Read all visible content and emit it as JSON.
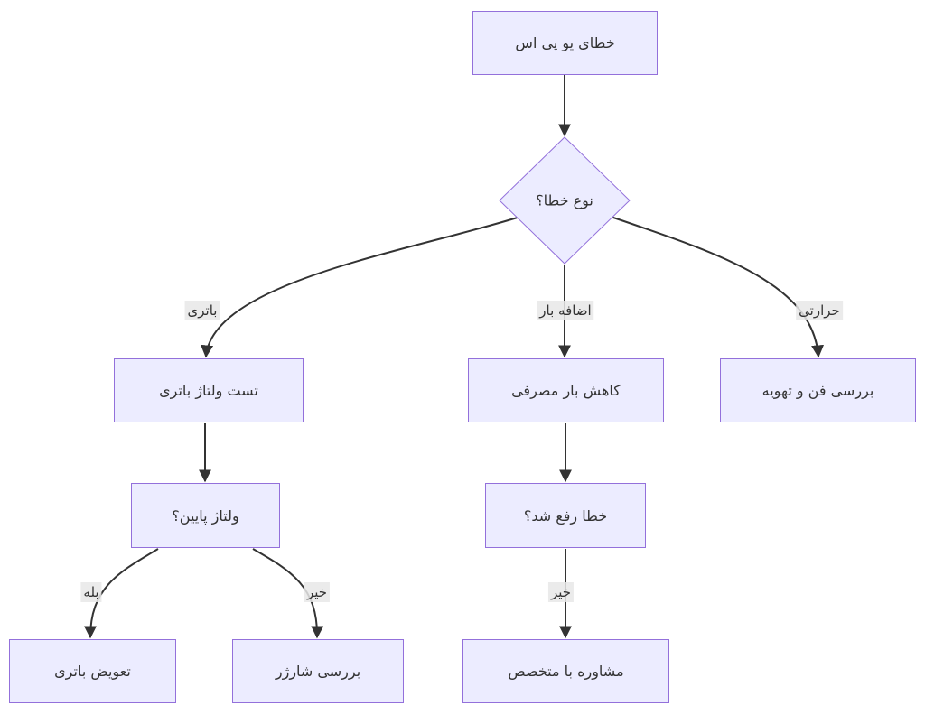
{
  "diagram": {
    "type": "flowchart",
    "direction": "top-down",
    "language": "fa",
    "nodes": {
      "ups_error": {
        "label": "خطای یو پی اس",
        "shape": "rect"
      },
      "error_type": {
        "label": "نوع خطا؟",
        "shape": "diamond"
      },
      "battery_test": {
        "label": "تست ولتاژ باتری",
        "shape": "rect"
      },
      "reduce_load": {
        "label": "کاهش بار مصرفی",
        "shape": "rect"
      },
      "check_fan": {
        "label": "بررسی فن و تهویه",
        "shape": "rect"
      },
      "low_voltage": {
        "label": "ولتاژ پایین؟",
        "shape": "rect"
      },
      "error_fixed": {
        "label": "خطا رفع شد؟",
        "shape": "rect"
      },
      "replace_battery": {
        "label": "تعویض باتری",
        "shape": "rect"
      },
      "check_charger": {
        "label": "بررسی شارژر",
        "shape": "rect"
      },
      "consult_expert": {
        "label": "مشاوره با متخصص",
        "shape": "rect"
      }
    },
    "edges": [
      {
        "from": "ups_error",
        "to": "error_type",
        "label": ""
      },
      {
        "from": "error_type",
        "to": "battery_test",
        "label": "باتری"
      },
      {
        "from": "error_type",
        "to": "reduce_load",
        "label": "اضافه بار"
      },
      {
        "from": "error_type",
        "to": "check_fan",
        "label": "حرارتی"
      },
      {
        "from": "battery_test",
        "to": "low_voltage",
        "label": ""
      },
      {
        "from": "reduce_load",
        "to": "error_fixed",
        "label": ""
      },
      {
        "from": "low_voltage",
        "to": "replace_battery",
        "label": "بله"
      },
      {
        "from": "low_voltage",
        "to": "check_charger",
        "label": "خیر"
      },
      {
        "from": "error_fixed",
        "to": "consult_expert",
        "label": "خیر"
      }
    ],
    "colors": {
      "node_fill": "#ECECFF",
      "node_border": "#9370DB",
      "edge_line": "#333333",
      "edge_label_bg": "#e8e8e8",
      "text": "#333333",
      "background": "#ffffff"
    }
  }
}
